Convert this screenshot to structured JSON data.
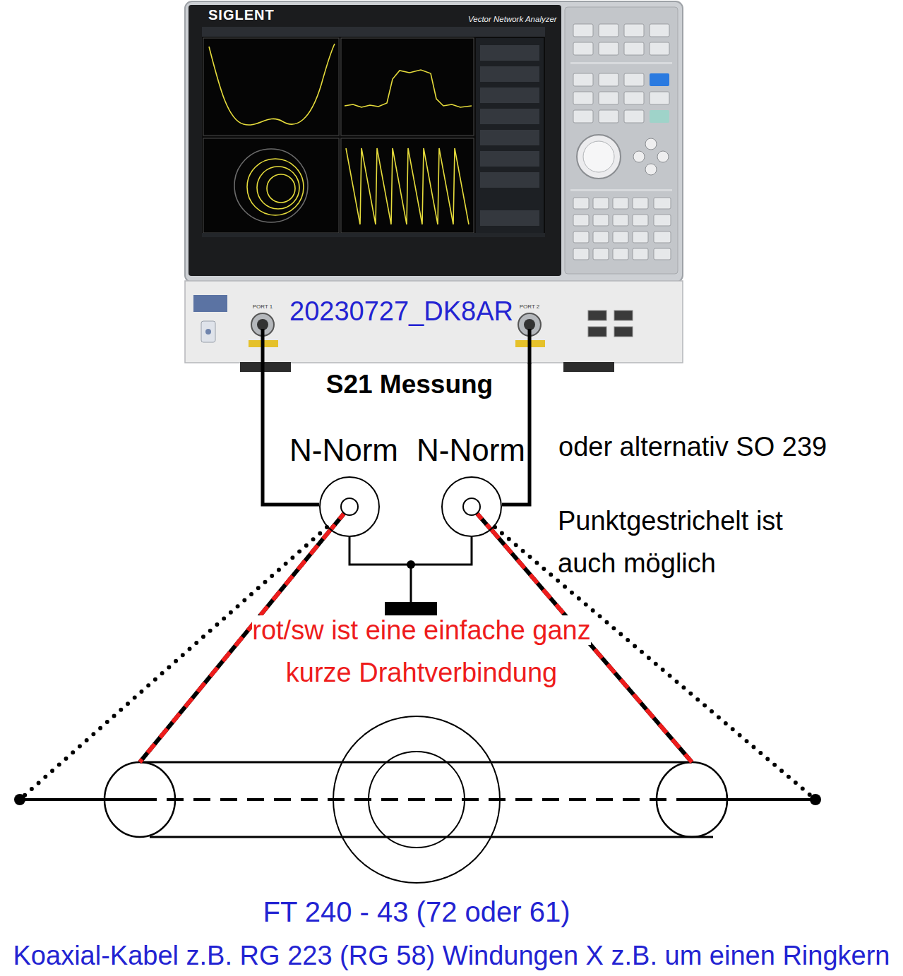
{
  "diagram": {
    "caption": "Koaxial-Kabel z.B. RG 223 (RG 58) Windungen X z.B. um einen Ringkern",
    "nodes": [
      {
        "text": [
          "SIGLENT",
          "Vector Network Analyzer"
        ]
      },
      {
        "text": [
          "N-Norm"
        ]
      },
      {
        "text": [
          "N-Norm"
        ]
      },
      {
        "text": [
          "FT 240 - 43 (72 oder 61)"
        ]
      }
    ],
    "edges": [
      {
        "from": 0,
        "to": 1,
        "arrow": "none"
      },
      {
        "from": 0,
        "to": 2,
        "arrow": "none"
      },
      {
        "from": 1,
        "to": 3,
        "arrow": "none"
      },
      {
        "from": 2,
        "to": 3,
        "arrow": "none"
      }
    ],
    "labels": [
      "20230727_DK8AR",
      "PORT 1",
      "PORT 2",
      "S21 Messung",
      "oder alternativ SO 239",
      "Punktgestrichelt ist auch möglich",
      "rot/sw ist eine einfache ganz kurze Drahtverbindung"
    ]
  }
}
